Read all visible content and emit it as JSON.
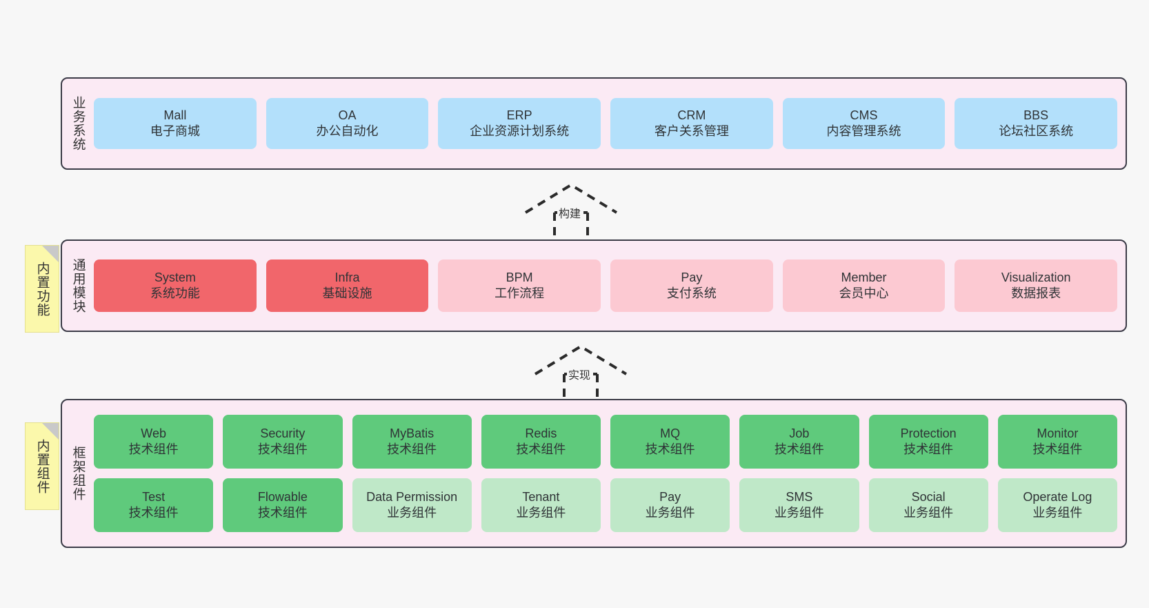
{
  "diagram": {
    "background": "#f7f7f7",
    "panel_fill": "#fbeaf4",
    "panel_border": "#3b3b47",
    "note_fill": "#fbf8ab"
  },
  "layers": [
    {
      "id": "business-systems",
      "title": "业务系统",
      "rows": [
        {
          "cards": [
            {
              "name": "Mall",
              "desc": "电子商城",
              "color": "#b3e0fb",
              "style": "c-blue"
            },
            {
              "name": "OA",
              "desc": "办公自动化",
              "color": "#b3e0fb",
              "style": "c-blue"
            },
            {
              "name": "ERP",
              "desc": "企业资源计划系统",
              "color": "#b3e0fb",
              "style": "c-blue"
            },
            {
              "name": "CRM",
              "desc": "客户关系管理",
              "color": "#b3e0fb",
              "style": "c-blue"
            },
            {
              "name": "CMS",
              "desc": "内容管理系统",
              "color": "#b3e0fb",
              "style": "c-blue"
            },
            {
              "name": "BBS",
              "desc": "论坛社区系统",
              "color": "#b3e0fb",
              "style": "c-blue"
            }
          ]
        }
      ]
    },
    {
      "id": "common-modules",
      "title": "通用模块",
      "note": "内置功能",
      "rows": [
        {
          "cards": [
            {
              "name": "System",
              "desc": "系统功能",
              "color": "#f1666b",
              "style": "c-red"
            },
            {
              "name": "Infra",
              "desc": "基础设施",
              "color": "#f1666b",
              "style": "c-red"
            },
            {
              "name": "BPM",
              "desc": "工作流程",
              "color": "#fcc9d2",
              "style": "c-pink"
            },
            {
              "name": "Pay",
              "desc": "支付系统",
              "color": "#fcc9d2",
              "style": "c-pink"
            },
            {
              "name": "Member",
              "desc": "会员中心",
              "color": "#fcc9d2",
              "style": "c-pink"
            },
            {
              "name": "Visualization",
              "desc": "数据报表",
              "color": "#fcc9d2",
              "style": "c-pink"
            }
          ]
        }
      ]
    },
    {
      "id": "framework-components",
      "title": "框架组件",
      "note": "内置组件",
      "rows": [
        {
          "cards": [
            {
              "name": "Web",
              "desc": "技术组件",
              "color": "#5fca7c",
              "style": "c-green"
            },
            {
              "name": "Security",
              "desc": "技术组件",
              "color": "#5fca7c",
              "style": "c-green"
            },
            {
              "name": "MyBatis",
              "desc": "技术组件",
              "color": "#5fca7c",
              "style": "c-green"
            },
            {
              "name": "Redis",
              "desc": "技术组件",
              "color": "#5fca7c",
              "style": "c-green"
            },
            {
              "name": "MQ",
              "desc": "技术组件",
              "color": "#5fca7c",
              "style": "c-green"
            },
            {
              "name": "Job",
              "desc": "技术组件",
              "color": "#5fca7c",
              "style": "c-green"
            },
            {
              "name": "Protection",
              "desc": "技术组件",
              "color": "#5fca7c",
              "style": "c-green"
            },
            {
              "name": "Monitor",
              "desc": "技术组件",
              "color": "#5fca7c",
              "style": "c-green"
            }
          ]
        },
        {
          "cards": [
            {
              "name": "Test",
              "desc": "技术组件",
              "color": "#5fca7c",
              "style": "c-green"
            },
            {
              "name": "Flowable",
              "desc": "技术组件",
              "color": "#5fca7c",
              "style": "c-green"
            },
            {
              "name": "Data Permission",
              "desc": "业务组件",
              "color": "#bfe8c8",
              "style": "c-mint"
            },
            {
              "name": "Tenant",
              "desc": "业务组件",
              "color": "#bfe8c8",
              "style": "c-mint"
            },
            {
              "name": "Pay",
              "desc": "业务组件",
              "color": "#bfe8c8",
              "style": "c-mint"
            },
            {
              "name": "SMS",
              "desc": "业务组件",
              "color": "#bfe8c8",
              "style": "c-mint"
            },
            {
              "name": "Social",
              "desc": "业务组件",
              "color": "#bfe8c8",
              "style": "c-mint"
            },
            {
              "name": "Operate Log",
              "desc": "业务组件",
              "color": "#bfe8c8",
              "style": "c-mint"
            }
          ]
        }
      ]
    }
  ],
  "connectors": [
    {
      "id": "build",
      "label": "构建",
      "from": "common-modules",
      "to": "business-systems",
      "style": "dashed-generalization"
    },
    {
      "id": "implement",
      "label": "实现",
      "from": "framework-components",
      "to": "common-modules",
      "style": "dashed-generalization"
    }
  ]
}
